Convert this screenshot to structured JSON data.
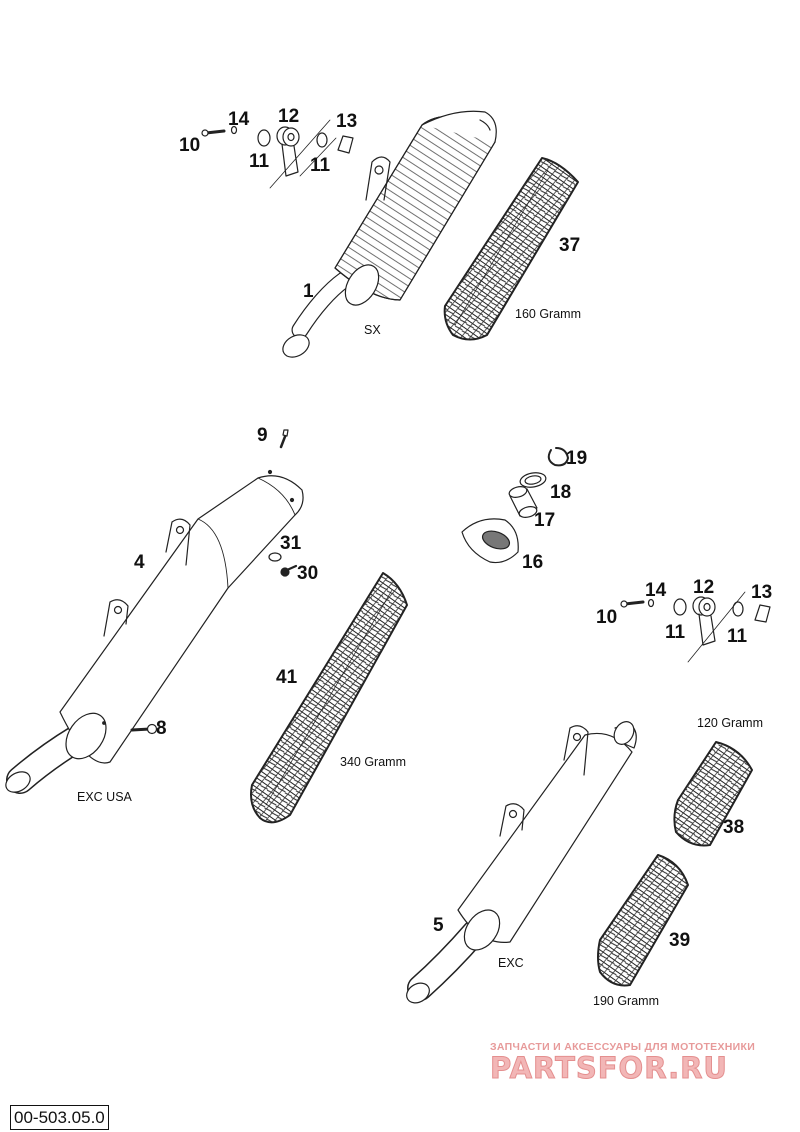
{
  "diagram": {
    "callouts": [
      {
        "id": "c14a",
        "text": "14"
      },
      {
        "id": "c12a",
        "text": "12"
      },
      {
        "id": "c13a",
        "text": "13"
      },
      {
        "id": "c10a",
        "text": "10"
      },
      {
        "id": "c11a",
        "text": "11"
      },
      {
        "id": "c11b",
        "text": "11"
      },
      {
        "id": "c37",
        "text": "37"
      },
      {
        "id": "c1",
        "text": "1"
      },
      {
        "id": "c9",
        "text": "9"
      },
      {
        "id": "c19",
        "text": "19"
      },
      {
        "id": "c18",
        "text": "18"
      },
      {
        "id": "c17",
        "text": "17"
      },
      {
        "id": "c16",
        "text": "16"
      },
      {
        "id": "c4",
        "text": "4"
      },
      {
        "id": "c31",
        "text": "31"
      },
      {
        "id": "c30",
        "text": "30"
      },
      {
        "id": "c14b",
        "text": "14"
      },
      {
        "id": "c12b",
        "text": "12"
      },
      {
        "id": "c13b",
        "text": "13"
      },
      {
        "id": "c10b",
        "text": "10"
      },
      {
        "id": "c11c",
        "text": "11"
      },
      {
        "id": "c11d",
        "text": "11"
      },
      {
        "id": "c41",
        "text": "41"
      },
      {
        "id": "c8",
        "text": "8"
      },
      {
        "id": "c38",
        "text": "38"
      },
      {
        "id": "c5",
        "text": "5"
      },
      {
        "id": "c39",
        "text": "39"
      }
    ],
    "notes": {
      "sx": "SX",
      "g160": "160 Gramm",
      "exc_usa": "EXC USA",
      "g340": "340 Gramm",
      "g120": "120 Gramm",
      "exc": "EXC",
      "g190": "190 Gramm"
    },
    "drawing_code": "00-503.05.0"
  },
  "watermark": {
    "tagline": "ЗАПЧАСТИ И АКСЕССУАРЫ ДЛЯ МОТОТЕХНИКИ",
    "logo": "PARTSFOR.RU",
    "colors": {
      "primary": "#e48f8f",
      "light": "#f2b6b6"
    }
  }
}
